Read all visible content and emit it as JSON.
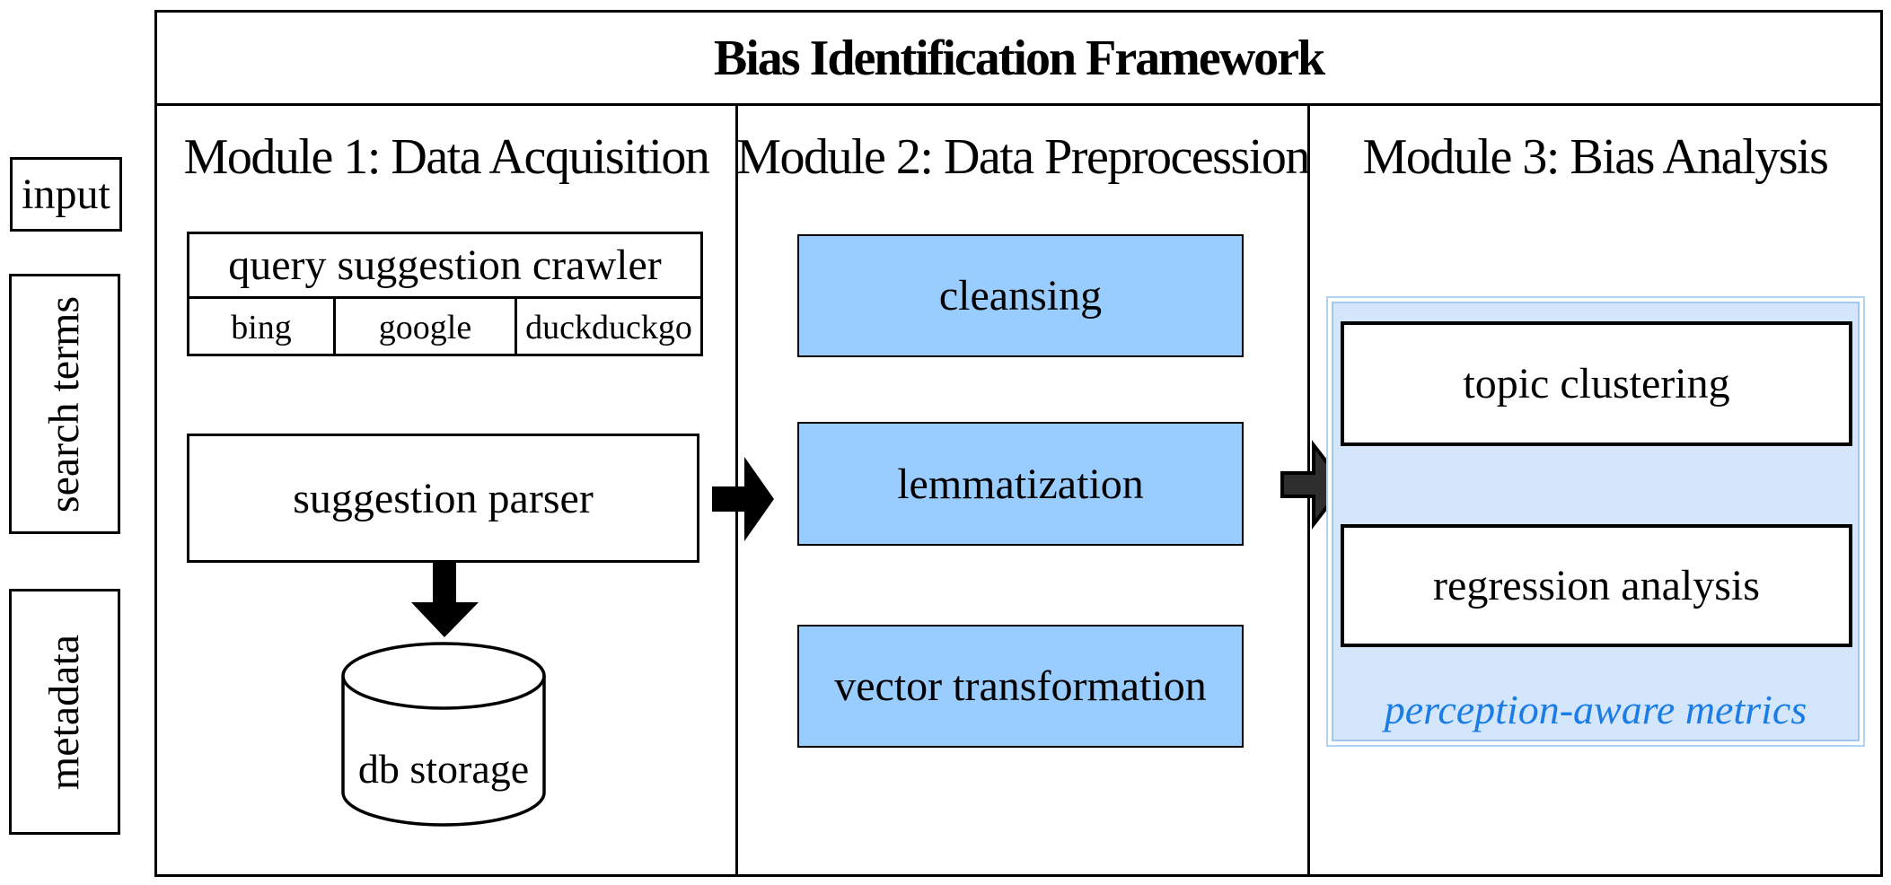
{
  "title": "Bias Identification Framework",
  "left_labels": {
    "input": "input",
    "search_terms": "search terms",
    "metadata": "metadata"
  },
  "modules": [
    {
      "header": "Module 1: Data Acquisition",
      "crawler_label": "query suggestion crawler",
      "engines": [
        "bing",
        "google",
        "duckduckgo"
      ],
      "parser_label": "suggestion parser",
      "storage_label": "db storage"
    },
    {
      "header": "Module 2: Data Preprocession",
      "steps": [
        "cleansing",
        "lemmatization",
        "vector transformation"
      ]
    },
    {
      "header": "Module 3: Bias Analysis",
      "analyses": [
        "topic clustering",
        "regression analysis"
      ],
      "note": "perception-aware metrics"
    }
  ],
  "colors": {
    "process_fill": "#99ccff",
    "analysis_fill": "#d3e6fb",
    "analysis_border_outer": "#aed2f3",
    "analysis_border_inner": "#a3c6ec",
    "note_text": "#1b7ce6",
    "arrow_black": "#000000",
    "arrow_dark_gray": "#2e2e2e"
  }
}
